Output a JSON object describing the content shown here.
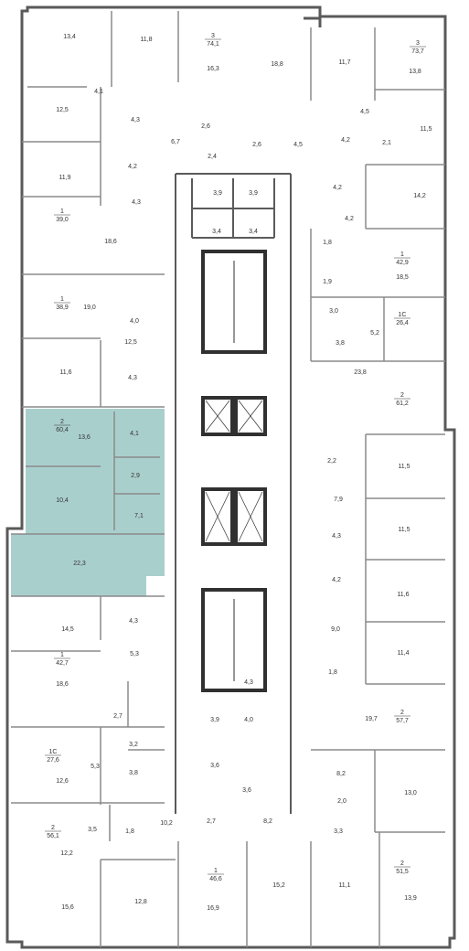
{
  "colors": {
    "wall": "#5a5a5a",
    "thin_wall": "#8a8a8a",
    "highlight": "#a9cfcd",
    "text": "#333333",
    "core": "#303030"
  },
  "apartments": [
    {
      "rooms": "3",
      "area": "74,1"
    },
    {
      "rooms": "3",
      "area": "73,7"
    },
    {
      "rooms": "1",
      "area": "39,0"
    },
    {
      "rooms": "1",
      "area": "42,9"
    },
    {
      "rooms": "1",
      "area": "38,9"
    },
    {
      "rooms": "1С",
      "area": "26,4"
    },
    {
      "rooms": "2",
      "area": "61,2"
    },
    {
      "rooms": "2",
      "area": "60,4"
    },
    {
      "rooms": "1",
      "area": "42,7"
    },
    {
      "rooms": "2",
      "area": "57,7"
    },
    {
      "rooms": "1С",
      "area": "27,6"
    },
    {
      "rooms": "2",
      "area": "56,1"
    },
    {
      "rooms": "2",
      "area": "51,5"
    },
    {
      "rooms": "1",
      "area": "46,6"
    }
  ],
  "rooms": [
    "13,4",
    "11,8",
    "16,3",
    "18,8",
    "11,7",
    "13,8",
    "12,5",
    "4,1",
    "4,3",
    "2,6",
    "2,6",
    "4,5",
    "4,5",
    "4,2",
    "11,5",
    "6,7",
    "2,1",
    "11,9",
    "4,2",
    "2,4",
    "3,9",
    "3,9",
    "4,2",
    "14,2",
    "4,3",
    "4,2",
    "3,4",
    "3,4",
    "18,6",
    "1,8",
    "18,5",
    "1,9",
    "19,0",
    "3,0",
    "5,2",
    "12,5",
    "4,0",
    "3,8",
    "11,6",
    "4,3",
    "23,8",
    "13,6",
    "4,1",
    "2,2",
    "11,5",
    "2,9",
    "7,9",
    "10,4",
    "7,1",
    "4,3",
    "11,5",
    "22,3",
    "4,2",
    "11,6",
    "4,3",
    "14,5",
    "9,0",
    "5,3",
    "11,4",
    "1,8",
    "18,6",
    "2,7",
    "19,7",
    "4,3",
    "3,9",
    "4,0",
    "3,2",
    "8,2",
    "5,3",
    "3,8",
    "3,6",
    "3,6",
    "12,6",
    "2,0",
    "13,0",
    "3,5",
    "10,2",
    "2,7",
    "8,2",
    "1,8",
    "3,3",
    "12,2",
    "11,1",
    "13,9",
    "15,6",
    "12,8",
    "16,9",
    "15,2"
  ]
}
